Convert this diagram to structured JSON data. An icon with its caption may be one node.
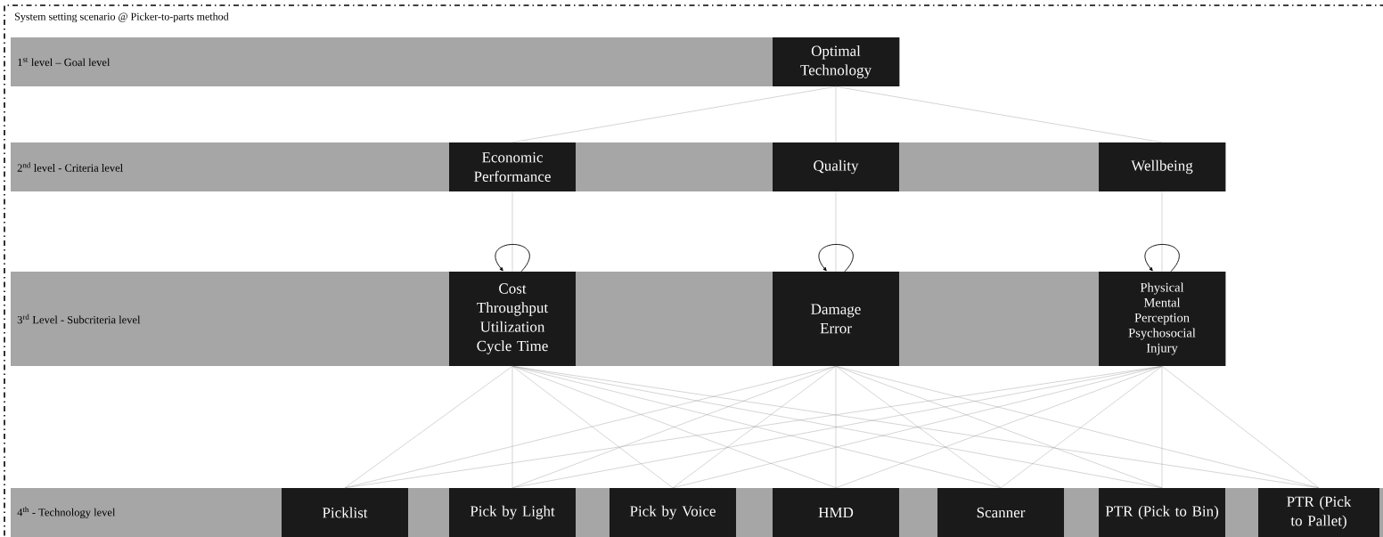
{
  "diagram": {
    "nodes": [
      {
        "text": [
          "System setting scenario @ Picker-to-parts method"
        ]
      },
      {
        "text": [
          "1$^{st}$ level – Goal level"
        ],
        "in": 0
      },
      {
        "text": [
          "Optimal Technology"
        ],
        "in": 1
      },
      {
        "text": [
          "2$^{nd}$ level - Criteria level"
        ],
        "in": 0
      },
      {
        "text": [
          "Economic Performance"
        ],
        "in": 3
      },
      {
        "text": [
          "Quality"
        ],
        "in": 3
      },
      {
        "text": [
          "Wellbeing"
        ],
        "in": 3
      },
      {
        "text": [
          "3$^{rd}$ Level - Subcriteria level"
        ],
        "in": 0
      },
      {
        "text": [
          "Cost Throughput Utilization Cycle Time"
        ],
        "in": 7
      },
      {
        "text": [
          "Damage Error"
        ],
        "in": 7
      },
      {
        "text": [
          "Physical Mental Perception Psychosocial Injury"
        ],
        "in": 7
      },
      {
        "text": [
          "4$^{th}$ - Technology level"
        ],
        "in": 0
      },
      {
        "text": [
          "Picklist"
        ],
        "in": 11
      },
      {
        "text": [
          "Pick by Light"
        ],
        "in": 11
      },
      {
        "text": [
          "Pick by Voice"
        ],
        "in": 11
      },
      {
        "text": [
          "HMD"
        ],
        "in": 11
      },
      {
        "text": [
          "Scanner"
        ],
        "in": 11
      },
      {
        "text": [
          "PTR (Pick to Bin)"
        ],
        "in": 11
      },
      {
        "text": [
          "PTR (Pick to Pallet)"
        ],
        "in": 11
      }
    ],
    "edges": [
      {
        "from": 2,
        "to": 4,
        "arrow": "none"
      },
      {
        "from": 2,
        "to": 5,
        "arrow": "none"
      },
      {
        "from": 2,
        "to": 6,
        "arrow": "none"
      },
      {
        "from": 4,
        "to": 8,
        "arrow": "none"
      },
      {
        "from": 5,
        "to": 9,
        "arrow": "none"
      },
      {
        "from": 6,
        "to": 10,
        "arrow": "none"
      },
      {
        "from": 8,
        "to": 8,
        "arrow": "to",
        "color": "#000000"
      },
      {
        "from": 9,
        "to": 9,
        "arrow": "to",
        "color": "#000000"
      },
      {
        "from": 10,
        "to": 10,
        "arrow": "to",
        "color": "#000000"
      },
      {
        "from": 8,
        "to": 12,
        "arrow": "none"
      },
      {
        "from": 8,
        "to": 13,
        "arrow": "none"
      },
      {
        "from": 8,
        "to": 14,
        "arrow": "none"
      },
      {
        "from": 8,
        "to": 15,
        "arrow": "none"
      },
      {
        "from": 8,
        "to": 16,
        "arrow": "none"
      },
      {
        "from": 8,
        "to": 17,
        "arrow": "none"
      },
      {
        "from": 8,
        "to": 18,
        "arrow": "none"
      },
      {
        "from": 9,
        "to": 12,
        "arrow": "none"
      },
      {
        "from": 9,
        "to": 13,
        "arrow": "none"
      },
      {
        "from": 9,
        "to": 14,
        "arrow": "none"
      },
      {
        "from": 9,
        "to": 15,
        "arrow": "none"
      },
      {
        "from": 9,
        "to": 16,
        "arrow": "none"
      },
      {
        "from": 9,
        "to": 17,
        "arrow": "none"
      },
      {
        "from": 9,
        "to": 18,
        "arrow": "none"
      },
      {
        "from": 10,
        "to": 12,
        "arrow": "none"
      },
      {
        "from": 10,
        "to": 13,
        "arrow": "none"
      },
      {
        "from": 10,
        "to": 14,
        "arrow": "none"
      },
      {
        "from": 10,
        "to": 15,
        "arrow": "none"
      },
      {
        "from": 10,
        "to": 16,
        "arrow": "none"
      },
      {
        "from": 10,
        "to": 17,
        "arrow": "none"
      },
      {
        "from": 10,
        "to": 18,
        "arrow": "none"
      }
    ]
  }
}
